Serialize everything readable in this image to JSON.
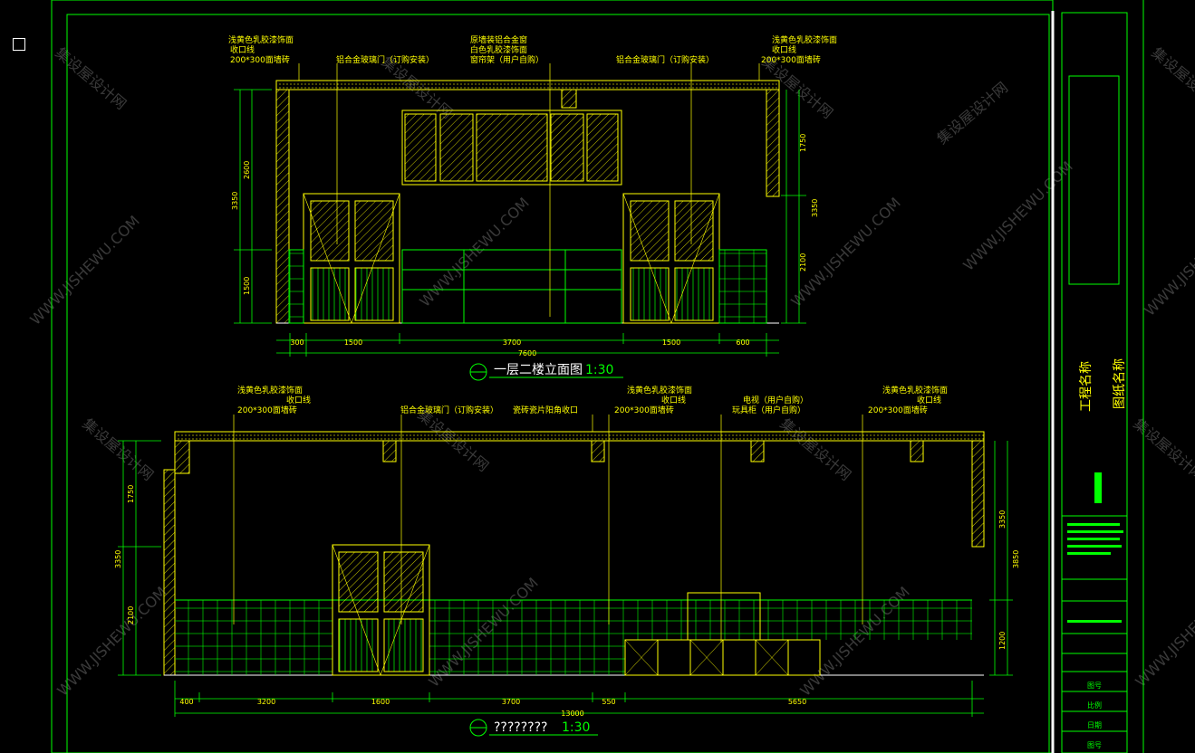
{
  "viewer": {
    "corner_icon": "square-outline-icon"
  },
  "colors": {
    "yellow": "#ffff00",
    "green": "#00ff00",
    "white": "#ffffff",
    "watermark": "#3a3a3a"
  },
  "top_elevation": {
    "title": "一层二楼立面图",
    "scale": "1:30",
    "labels": {
      "left_finish": "浅黄色乳胶漆饰面",
      "left_line": "收口线",
      "left_tile": "200*300面墙砖",
      "left_door": "铝合金玻璃门（订购安装）",
      "mid_1": "原墙装铝合金窗",
      "mid_2": "白色乳胶漆饰面",
      "mid_3": "窗帘架（用户自购）",
      "right_door": "铝合金玻璃门（订购安装）",
      "right_finish": "浅黄色乳胶漆饰面",
      "right_line": "收口线",
      "right_tile": "200*300面墙砖"
    },
    "dims_bottom": [
      "300",
      "1500",
      "3700",
      "1500",
      "600"
    ],
    "dim_total": "7600",
    "dims_left": [
      "2600",
      "3350",
      "1500"
    ],
    "dims_right": [
      "1750",
      "3350",
      "2100"
    ]
  },
  "bottom_elevation": {
    "title": "????????",
    "scale": "1:30",
    "labels": {
      "l1": "浅黄色乳胶漆饰面",
      "l2": "收口线",
      "l3": "200*300面墙砖",
      "l4": "铝合金玻璃门（订购安装）",
      "l5": "瓷砖瓷片阳角收口",
      "l6": "浅黄色乳胶漆饰面",
      "l7": "收口线",
      "l8": "200*300面墙砖",
      "l9": "电视（用户自购）",
      "l10": "玩具柜（用户自购）",
      "l11": "浅黄色乳胶漆饰面",
      "l12": "收口线",
      "l13": "200*300面墙砖"
    },
    "dims_bottom": [
      "400",
      "3200",
      "1600",
      "3700",
      "550",
      "5650"
    ],
    "dim_total": "13000",
    "dims_left": [
      "1750",
      "3350",
      "2100"
    ],
    "dims_right": [
      "3350",
      "3850",
      "1200"
    ]
  },
  "title_block": {
    "project_label": "工程名称",
    "drawing_label": "图纸名称",
    "rows": [
      "图号",
      "比例",
      "日期",
      "图号"
    ]
  },
  "watermark": {
    "cn": "集设屋设计网",
    "en": "WWW.JISHEWU.COM"
  }
}
